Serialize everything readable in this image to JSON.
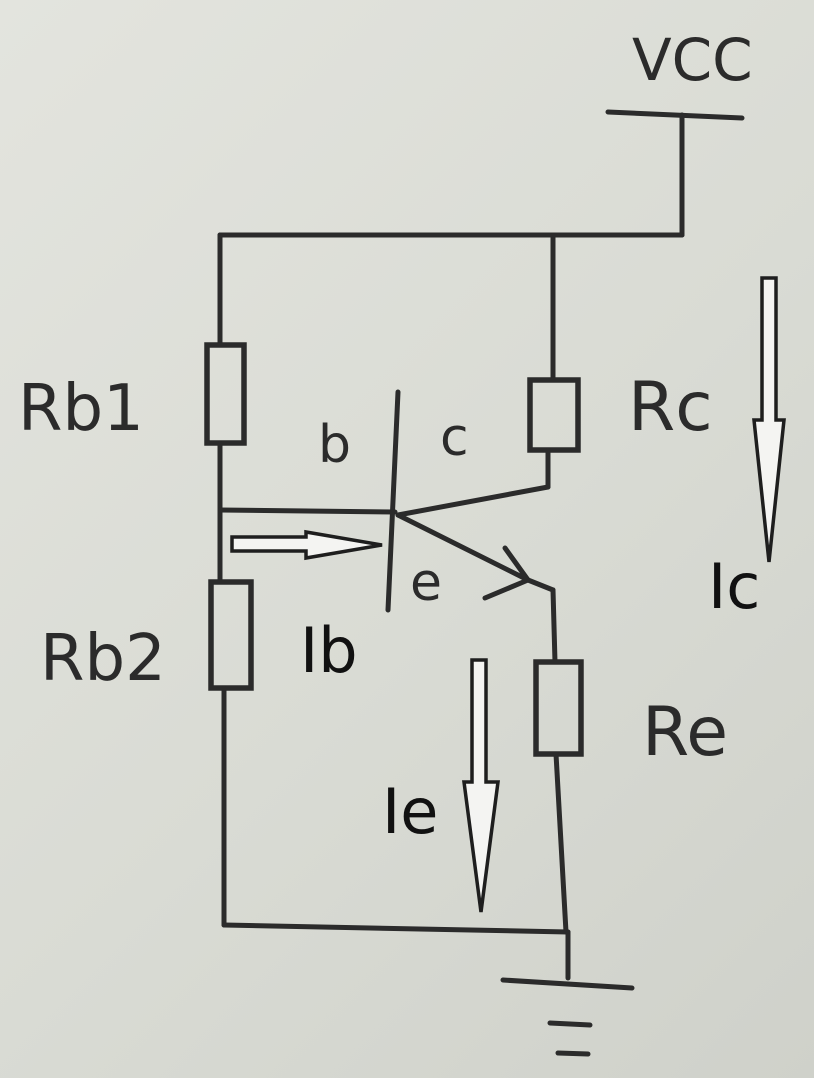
{
  "diagram": {
    "labels": {
      "vcc": "VCC",
      "rb1": "Rb1",
      "rb2": "Rb2",
      "rc": "Rc",
      "re": "Re",
      "base": "b",
      "collector": "c",
      "emitter": "e"
    },
    "currents": {
      "ib": "Ib",
      "ic": "Ic",
      "ie": "Ie"
    },
    "colors": {
      "ink": "#2b2b2b",
      "paper": "#dcded8",
      "arrow_fill": "#f4f4f2"
    }
  }
}
